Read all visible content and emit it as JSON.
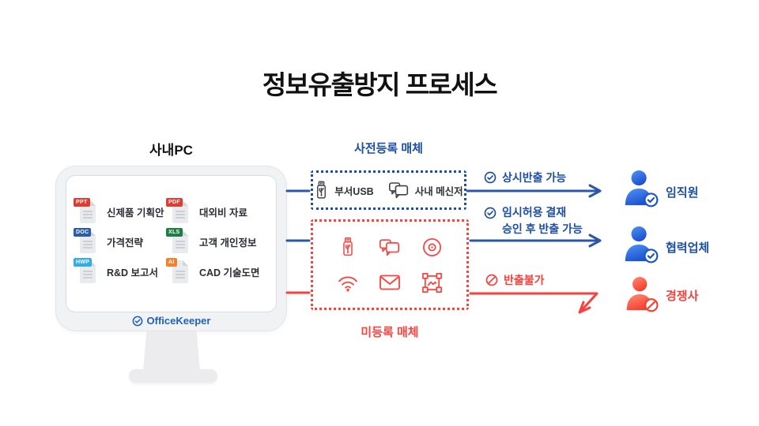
{
  "title": "정보유출방지 프로세스",
  "monitor": {
    "label": "사내PC",
    "logo": "OfficeKeeper",
    "logo_icon": "check-circle-icon",
    "files": [
      {
        "badge": "PPT",
        "name": "신제품 기획안"
      },
      {
        "badge": "PDF",
        "name": "대외비 자료"
      },
      {
        "badge": "DOC",
        "name": "가격전략"
      },
      {
        "badge": "XLS",
        "name": "고객 개인정보"
      },
      {
        "badge": "HWP",
        "name": "R&D 보고서"
      },
      {
        "badge": "AI",
        "name": "CAD 기술도면"
      }
    ]
  },
  "registered": {
    "title": "사전등록 매체",
    "items": [
      {
        "icon": "usb-icon",
        "label": "부서USB"
      },
      {
        "icon": "messenger-icon",
        "label": "사내 메신저"
      }
    ]
  },
  "unregistered": {
    "title": "미등록 매체",
    "icons": [
      "usb-icon",
      "chat-icon",
      "cd-icon",
      "wifi-icon",
      "mail-icon",
      "image-icon"
    ]
  },
  "flows": [
    {
      "icon": "check-circle-icon",
      "label": "상시반출 가능"
    },
    {
      "icon": "check-circle-icon",
      "label": "임시허용 결재",
      "label2": "승인 후 반출 가능"
    },
    {
      "icon": "block-icon",
      "label": "반출불가"
    }
  ],
  "targets": [
    {
      "icon": "user-check-icon",
      "label": "임직원"
    },
    {
      "icon": "user-check-icon",
      "label": "협력업체"
    },
    {
      "icon": "user-block-icon",
      "label": "경쟁사"
    }
  ],
  "colors": {
    "blue": "#1b4ea8",
    "red": "#fb3f3b",
    "logo_blue": "#2062b8",
    "badge_ppt": "#e03c31",
    "badge_pdf": "#e03c31",
    "badge_doc": "#2a5caa",
    "badge_xls": "#1e7e45",
    "badge_hwp": "#33aee4",
    "badge_ai": "#f5812c",
    "person_blue": "#2457cf",
    "person_red": "#f7412f"
  }
}
